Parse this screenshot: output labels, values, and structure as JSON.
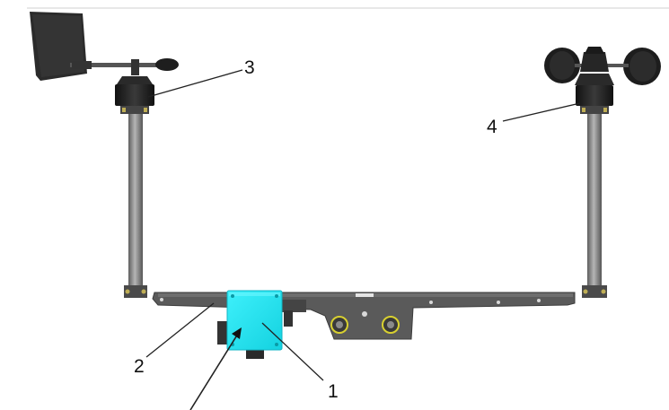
{
  "callouts": {
    "one": "1",
    "two": "2",
    "three": "3",
    "four": "4"
  },
  "colors": {
    "sensor_dark": "#222222",
    "pole_gray": "#8a8a8a",
    "bracket_gray": "#585858",
    "junction_box_cyan": "#22e6f2",
    "bolt_yellow": "#d8d030",
    "leader_line": "#222222"
  }
}
